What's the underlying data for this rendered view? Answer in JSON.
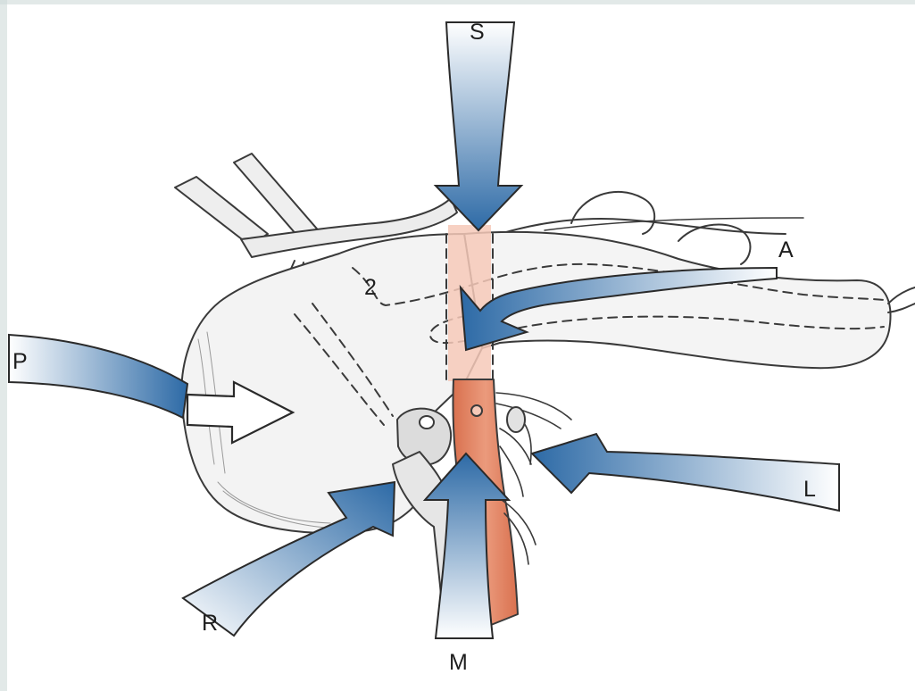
{
  "labels": {
    "superior": "S",
    "anterior": "A",
    "posterior": "P",
    "left": "L",
    "right": "R",
    "medial": "M",
    "marker": "2"
  },
  "colors": {
    "arrow_dark": "#2d6aa6",
    "arrow_light": "#ffffff",
    "vessel": "#e58a6e",
    "vessel_pale": "#f6c9b8",
    "organ_fill": "#f6f6f6",
    "line": "#3a3a3a",
    "frame": "#c9d6dc"
  }
}
